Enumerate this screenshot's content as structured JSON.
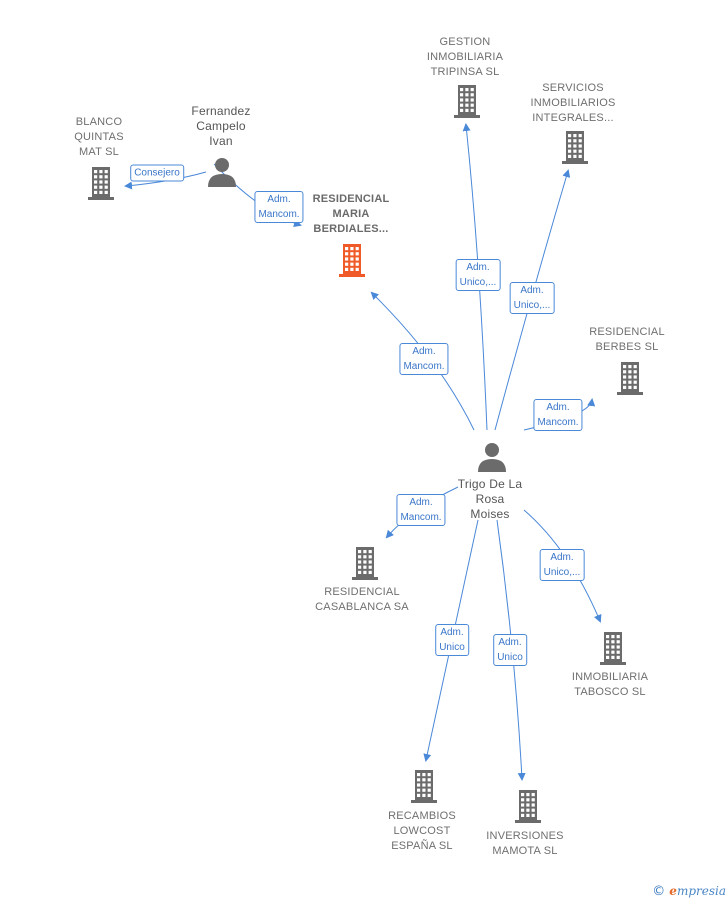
{
  "nodes": [
    {
      "id": "blanco",
      "kind": "company",
      "label": "BLANCO\nQUINTAS\nMAT  SL"
    },
    {
      "id": "fernandez",
      "kind": "person",
      "label": "Fernandez\nCampelo\nIvan"
    },
    {
      "id": "residencial_maria",
      "kind": "focus",
      "label": "RESIDENCIAL\nMARIA\nBERDIALES..."
    },
    {
      "id": "gestion",
      "kind": "company",
      "label": "GESTION\nINMOBILIARIA\nTRIPINSA  SL"
    },
    {
      "id": "servicios",
      "kind": "company",
      "label": "SERVICIOS\nINMOBILIARIOS\nINTEGRALES..."
    },
    {
      "id": "berbes",
      "kind": "company",
      "label": "RESIDENCIAL\nBERBES  SL"
    },
    {
      "id": "trigo",
      "kind": "person",
      "label": "Trigo De La\nRosa\nMoises"
    },
    {
      "id": "casablanca",
      "kind": "company",
      "label": "RESIDENCIAL\nCASABLANCA SA"
    },
    {
      "id": "tabosco",
      "kind": "company",
      "label": "INMOBILIARIA\nTABOSCO  SL"
    },
    {
      "id": "recambios",
      "kind": "company",
      "label": "RECAMBIOS\nLOWCOST\nESPAÑA  SL"
    },
    {
      "id": "mamota",
      "kind": "company",
      "label": "INVERSIONES\nMAMOTA  SL"
    }
  ],
  "edges": [
    {
      "from": "fernandez",
      "to": "blanco",
      "label": "Consejero"
    },
    {
      "from": "fernandez",
      "to": "residencial_maria",
      "label": "Adm.\nMancom."
    },
    {
      "from": "trigo",
      "to": "residencial_maria",
      "label": "Adm.\nMancom."
    },
    {
      "from": "trigo",
      "to": "gestion",
      "label": "Adm.\nUnico,..."
    },
    {
      "from": "trigo",
      "to": "servicios",
      "label": "Adm.\nUnico,..."
    },
    {
      "from": "trigo",
      "to": "berbes",
      "label": "Adm.\nMancom."
    },
    {
      "from": "trigo",
      "to": "casablanca",
      "label": "Adm.\nMancom."
    },
    {
      "from": "trigo",
      "to": "tabosco",
      "label": "Adm.\nUnico,..."
    },
    {
      "from": "trigo",
      "to": "recambios",
      "label": "Adm.\nUnico"
    },
    {
      "from": "trigo",
      "to": "mamota",
      "label": "Adm.\nUnico"
    }
  ],
  "colors": {
    "company_icon": "#6b6b6b",
    "focus_icon": "#f05a28",
    "person_icon": "#6b6b6b",
    "edge": "#4a88d8"
  },
  "footer": {
    "copyright": "©",
    "brand_initial": "e",
    "brand_rest": "mpresia"
  }
}
